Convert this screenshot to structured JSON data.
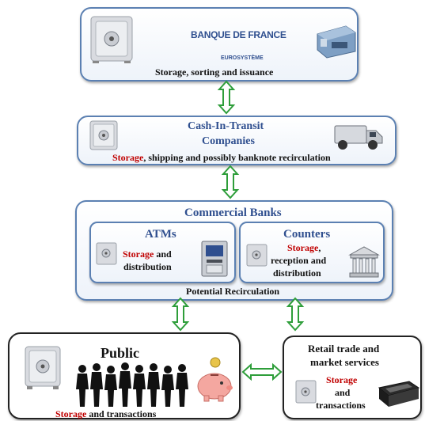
{
  "banque": {
    "logo_line1": "BANQUE DE FRANCE",
    "logo_line2": "EUROSYSTÈME",
    "caption": "Storage, sorting and issuance"
  },
  "cit": {
    "title_line1": "Cash-In-Transit",
    "title_line2": "Companies",
    "caption_highlight": "Storage",
    "caption_rest": ", shipping and possibly banknote recirculation"
  },
  "banks": {
    "title": "Commercial Banks",
    "footer": "Potential Recirculation",
    "atms": {
      "title": "ATMs",
      "line1_highlight": "Storage",
      "line1_rest": " and",
      "line2": "distribution"
    },
    "counters": {
      "title": "Counters",
      "line1_highlight": "Storage",
      "line1_rest": ",",
      "line2": "reception and",
      "line3": "distribution"
    }
  },
  "public": {
    "title": "Public",
    "caption_highlight": "Storage",
    "caption_rest": " and transactions"
  },
  "retail": {
    "title_line1": "Retail trade and",
    "title_line2": "market services",
    "line1_highlight": "Storage",
    "line2": "and",
    "line3": "transactions"
  },
  "colors": {
    "accent_red": "#c00000",
    "title_blue": "#2f4f8f",
    "arrow_green": "#2e9e3a",
    "box_border": "#5b80b2"
  },
  "icons": [
    "safe-icon",
    "sorting-machine-icon",
    "armored-truck-icon",
    "atm-icon",
    "bank-building-icon",
    "people-silhouettes-icon",
    "piggy-bank-icon",
    "cash-drawer-icon"
  ]
}
